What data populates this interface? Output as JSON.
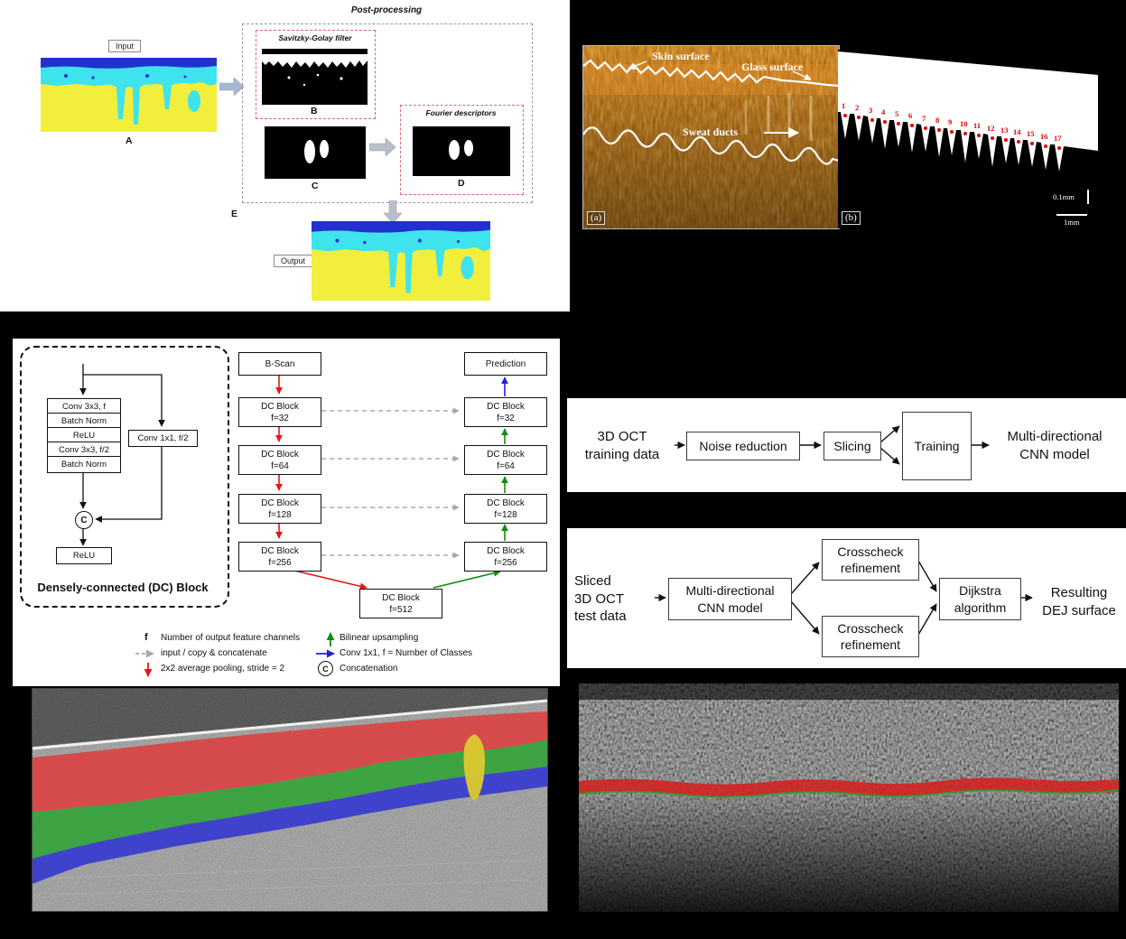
{
  "colors": {
    "pooling_arrow": "#e51616",
    "upsampling_arrow": "#118c11",
    "conv1x1_arrow": "#2020dd",
    "copy_arrow": "#a8a8a8",
    "duct_marker": "#e60000",
    "segmentation_yellow": "#f2ee3c",
    "segmentation_cyan": "#3ee3ee",
    "segmentation_blue": "#2230cf"
  },
  "postproc": {
    "title": "Post-processing",
    "sg_title": "Savitzky-Golay filter",
    "fd_title": "Fourier descriptors",
    "input_label": "Input",
    "output_label": "Output",
    "label_a": "A",
    "label_b": "B",
    "label_c": "C",
    "label_d": "D",
    "label_e": "E"
  },
  "oct_pair": {
    "skin_surface": "Skin surface",
    "glass_surface": "Glass surface",
    "sweat_ducts": "Sweat ducts",
    "label_a": "(a)",
    "label_b": "(b)",
    "scale_small": "0.1mm",
    "scale_big": "1mm",
    "duct_numbers": [
      "1",
      "2",
      "3",
      "4",
      "5",
      "6",
      "7",
      "8",
      "9",
      "10",
      "11",
      "12",
      "13",
      "14",
      "15",
      "16",
      "17"
    ]
  },
  "dcblock": {
    "title": "Densely-connected (DC) Block",
    "layers": [
      "Conv 3x3, f",
      "Batch Norm",
      "ReLU",
      "Conv 3x3, f/2",
      "Batch Norm"
    ],
    "side": "Conv 1x1, f/2",
    "concat": "C",
    "relu": "ReLU"
  },
  "unet": {
    "input": "B-Scan",
    "output": "Prediction",
    "block": "DC Block",
    "enc": [
      "f=32",
      "f=64",
      "f=128",
      "f=256"
    ],
    "bottleneck": "f=512",
    "dec": [
      "f=32",
      "f=64",
      "f=128",
      "f=256"
    ]
  },
  "legend": {
    "f_sym": "f",
    "f_text": "Number of output feature channels",
    "copy_text": "input / copy & concatenate",
    "pool_text": "2x2 average pooling, stride = 2",
    "up_text": "Bilinear upsampling",
    "conv_text": "Conv 1x1, f = Number of Classes",
    "concat_sym": "C",
    "concat_text": "Concatenation"
  },
  "train_flow": {
    "input_l1": "3D OCT",
    "input_l2": "training data",
    "noise": "Noise reduction",
    "slicing": "Slicing",
    "training": "Training",
    "output_l1": "Multi-directional",
    "output_l2": "CNN model"
  },
  "test_flow": {
    "input_l1": "Sliced",
    "input_l2": "3D OCT",
    "input_l3": "test data",
    "cnn_l1": "Multi-directional",
    "cnn_l2": "CNN model",
    "cross_top_l1": "Crosscheck",
    "cross_top_l2": "refinement",
    "cross_bottom_l1": "Crosscheck",
    "cross_bottom_l2": "refinement",
    "dijkstra_l1": "Dijkstra",
    "dijkstra_l2": "algorithm",
    "output_l1": "Resulting",
    "output_l2": "DEJ surface"
  }
}
